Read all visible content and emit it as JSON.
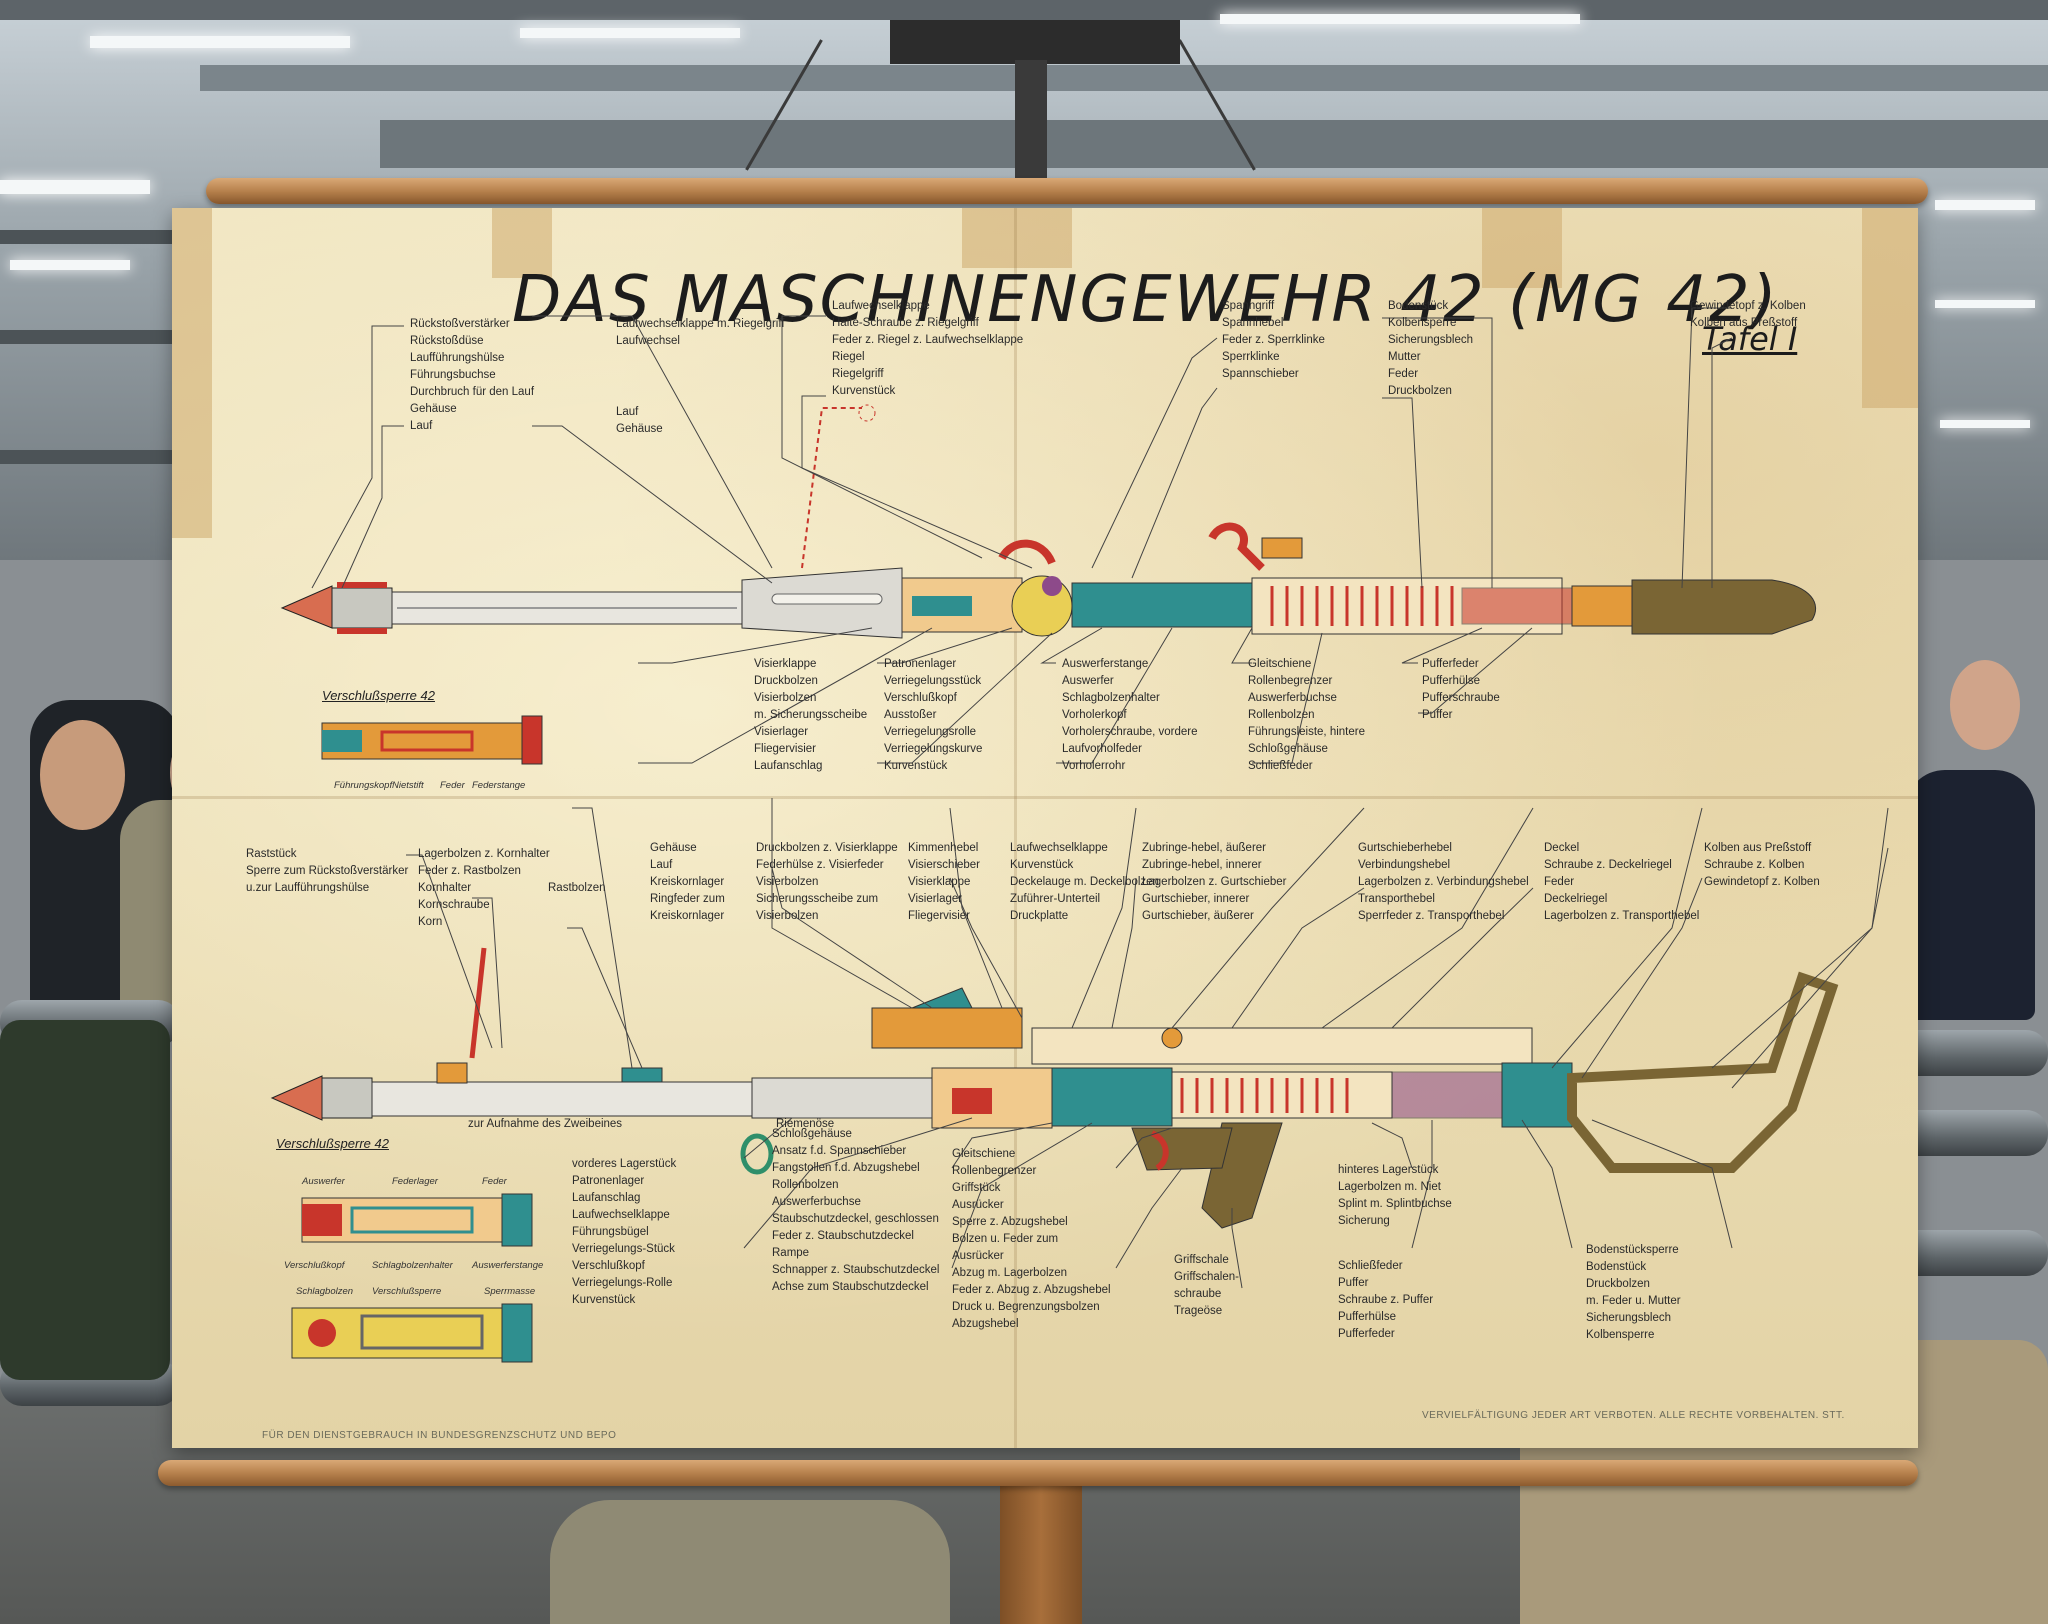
{
  "poster": {
    "title": "DAS MASCHINENGEWEHR 42 (MG 42)",
    "plate": "Tafel I",
    "footer_left": "FÜR DEN DIENSTGEBRAUCH IN BUNDESGRENZSCHUTZ UND BEPO",
    "footer_right": "VERVIELFÄLTIGUNG JEDER ART VERBOTEN. ALLE RECHTE VORBEHALTEN. STT."
  },
  "upper_labels": {
    "muzzle": [
      "Rückstoßverstärker",
      "Rückstoßdüse",
      "Laufführungshülse",
      "Führungsbuchse",
      "Durchbruch für den Lauf",
      "Gehäuse",
      "Lauf"
    ],
    "barrel_change": [
      "Laufwechselklappe m. Riegelgriff",
      "Laufwechsel"
    ],
    "barrel": [
      "Lauf",
      "Gehäuse"
    ],
    "top_mid": [
      "Laufwechselklappe",
      "Halte-Schraube z. Riegelgriff",
      "Feder z. Riegel z. Laufwechselklappe",
      "Riegel",
      "Riegelgriff",
      "Kurvenstück"
    ],
    "charging": [
      "Spanngriff",
      "Spannhebel",
      "Feder z. Sperrklinke",
      "Sperrklinke",
      "Spannschieber"
    ],
    "butt_mid": [
      "Bodenstück",
      "Kolbensperre",
      "Sicherungsblech",
      "Mutter",
      "Feder",
      "Druckbolzen"
    ],
    "butt_end": [
      "Gewindetopf z. Kolben",
      "Kolben aus Preßstoff"
    ],
    "below_sight": [
      "Visierklappe",
      "Druckbolzen",
      "Visierbolzen",
      "m. Sicherungsscheibe",
      "Visierlager",
      "Fliegervisier",
      "Laufanschlag"
    ],
    "below_lock": [
      "Patronenlager",
      "Verriegelungsstück",
      "Verschlußkopf",
      "Ausstoßer",
      "Verriegelungsrolle",
      "Verriegelungskurve",
      "Kurvenstück"
    ],
    "below_bolt": [
      "Auswerferstange",
      "Auswerfer",
      "Schlagbolzenhalter",
      "Vorholerkopf",
      "Vorholerschraube, vordere",
      "Laufvorholfeder",
      "Vorholerrohr"
    ],
    "below_rail": [
      "Gleitschiene",
      "Rollenbegrenzer",
      "Auswerferbuchse",
      "Rollenbolzen",
      "Führungsleiste, hintere",
      "Schloßgehäuse",
      "Schließfeder"
    ],
    "below_buffer": [
      "Pufferfeder",
      "Pufferhülse",
      "Pufferschraube",
      "Puffer"
    ]
  },
  "upper_inset": {
    "heading": "Verschlußsperre 42",
    "parts": [
      "Führungskopf",
      "Nietstift",
      "Feder",
      "Federstange"
    ]
  },
  "lower_labels": {
    "muzzle": [
      "Raststück",
      "Sperre zum Rückstoßverstärker",
      "u.zur Laufführungshülse"
    ],
    "sight_front": [
      "Lagerbolzen z. Kornhalter",
      "Feder z. Rastbolzen",
      "Kornhalter",
      "Kornschraube",
      "Korn"
    ],
    "sight_front2": [
      "Rastbolzen"
    ],
    "jacket": [
      "Gehäuse",
      "Lauf",
      "Kreiskornlager",
      "Ringfeder zum",
      "Kreiskornlager"
    ],
    "rear_sight": [
      "Druckbolzen z. Visierklappe",
      "Federhülse z. Visierfeder",
      "Visierbolzen",
      "Sicherungsscheibe zum",
      "Visierbolzen"
    ],
    "rear_sight2": [
      "Kimmenhebel",
      "Visierschieber",
      "Visierklappe",
      "Visierlager",
      "Fliegervisier"
    ],
    "feed_cover": [
      "Laufwechselklappe",
      "Kurvenstück",
      "Deckelauge m. Deckelbolzen",
      "Zuführer-Unterteil",
      "Druckplatte"
    ],
    "feed": [
      "Zubringe-hebel, äußerer",
      "Zubringe-hebel, innerer",
      "Lagerbolzen z. Gurtschieber",
      "Gurtschieber, innerer",
      "Gurtschieber, äußerer"
    ],
    "feed2": [
      "Gurtschieberhebel",
      "Verbindungshebel",
      "Lagerbolzen z. Verbindungshebel",
      "Transporthebel",
      "Sperrfeder z. Transporthebel"
    ],
    "cover": [
      "Deckel",
      "Schraube z. Deckelriegel",
      "Feder",
      "Deckelriegel",
      "Lagerbolzen z. Transporthebel"
    ],
    "stock": [
      "Kolben aus Preßstoff",
      "Schraube z. Kolben",
      "Gewindetopf z. Kolben"
    ],
    "bipod": "zur Aufnahme des Zweibeines",
    "sling": "Riemenöse",
    "below_left": [
      "vorderes Lagerstück",
      "Patronenlager",
      "Laufanschlag",
      "Laufwechselklappe",
      "Führungsbügel",
      "Verriegelungs-Stück",
      "Verschlußkopf",
      "Verriegelungs-Rolle",
      "Kurvenstück"
    ],
    "below_mid": [
      "Schloßgehäuse",
      "Ansatz f.d. Spannschieber",
      "Fangstollen f.d. Abzugshebel",
      "Rollenbolzen",
      "Auswerferbuchse",
      "Staubschutzdeckel, geschlossen",
      "Feder z. Staubschutzdeckel",
      "Rampe",
      "Schnapper z. Staubschutzdeckel",
      "Achse zum Staubschutzdeckel"
    ],
    "trigger": [
      "Gleitschiene",
      "Rollenbegrenzer",
      "Griffstück",
      "Ausrücker",
      "Sperre z. Abzugshebel",
      "Bolzen u. Feder zum",
      "Ausrücker",
      "Abzug m. Lagerbolzen",
      "Feder z. Abzug z. Abzugshebel",
      "Druck u. Begrenzungsbolzen",
      "Abzugshebel"
    ],
    "grip": [
      "Griffschale",
      "Griffschalen-",
      "schraube",
      "Trageöse"
    ],
    "rear_bottom": [
      "hinteres Lagerstück",
      "Lagerbolzen m. Niet",
      "Splint m. Splintbuchse",
      "Sicherung"
    ],
    "rear_bottom2": [
      "Schließfeder",
      "Puffer",
      "Schraube z. Puffer",
      "Pufferhülse",
      "Pufferfeder"
    ],
    "rear_bottom3": [
      "Bodenstücksperre",
      "Bodenstück",
      "Druckbolzen",
      "m. Feder u. Mutter",
      "Sicherungsblech",
      "Kolbensperre"
    ]
  },
  "lower_inset": {
    "heading": "Verschlußsperre 42",
    "row1": [
      "Auswerfer",
      "Federlager",
      "Feder"
    ],
    "row2": [
      "Verschlußkopf",
      "Schlagbolzenhalter",
      "Auswerferstange"
    ],
    "row3": [
      "Schlagbolzen",
      "Verschlußsperre",
      "Sperrmasse"
    ]
  },
  "colors": {
    "paper": "#ece0b8",
    "ink": "#1c1c1c",
    "red": "#c8352b",
    "teal": "#2f8f8f",
    "orange": "#e39a3a",
    "yellow": "#e9cf55",
    "brown": "#7a6534",
    "purple": "#8d4a8a",
    "steel": "#b9c0c4"
  }
}
